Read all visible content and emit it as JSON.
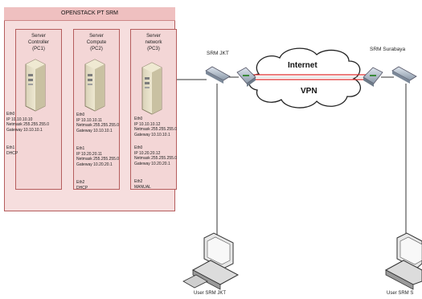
{
  "title": "OPENSTACK PT SRM",
  "pcs": [
    {
      "name": "Server\nController\n(PC1)",
      "cfg1": "Eth0\nIP 10.10.10.10\nNetmask 255.255.255.0\nGateway 10.10.10.1",
      "cfg2": "Eth1\nDHCP",
      "cfg3": ""
    },
    {
      "name": "Server\nCompute\n(PC2)",
      "cfg1": "Eth0\nIP 10.10.10.11\nNetmask 255.255.255.0\nGateway 10.10.10.1",
      "cfg2": "Eth1\nIP 10.20.20.11\nNetmask 255.255.255.0\nGateway 10.20.20.1",
      "cfg3": "Eth2\nDHCP"
    },
    {
      "name": "Server\nnetwork\n(PC3)",
      "cfg1": "Eth0\nIP 10.10.10.12\nNetmask 255.255.255.0\nGateway 10.10.10.1",
      "cfg2": "Eth0\nIP 10.20.20.12\nNetmask 255.255.255.0\nGateway 10.20.20.1",
      "cfg3": "Eth2\nMANUAL"
    }
  ],
  "sites": {
    "jkt": "SRM JKT",
    "surabaya": "SRM Surabaya"
  },
  "cloud": {
    "internet": "Internet",
    "vpn": "VPN"
  },
  "users": {
    "jkt": "User SRM JKT",
    "surabaya": "User SRM S"
  },
  "colors": {
    "box_fill": "#f6dede",
    "box_border": "#b55d5d",
    "tunnel": "#e03030"
  }
}
